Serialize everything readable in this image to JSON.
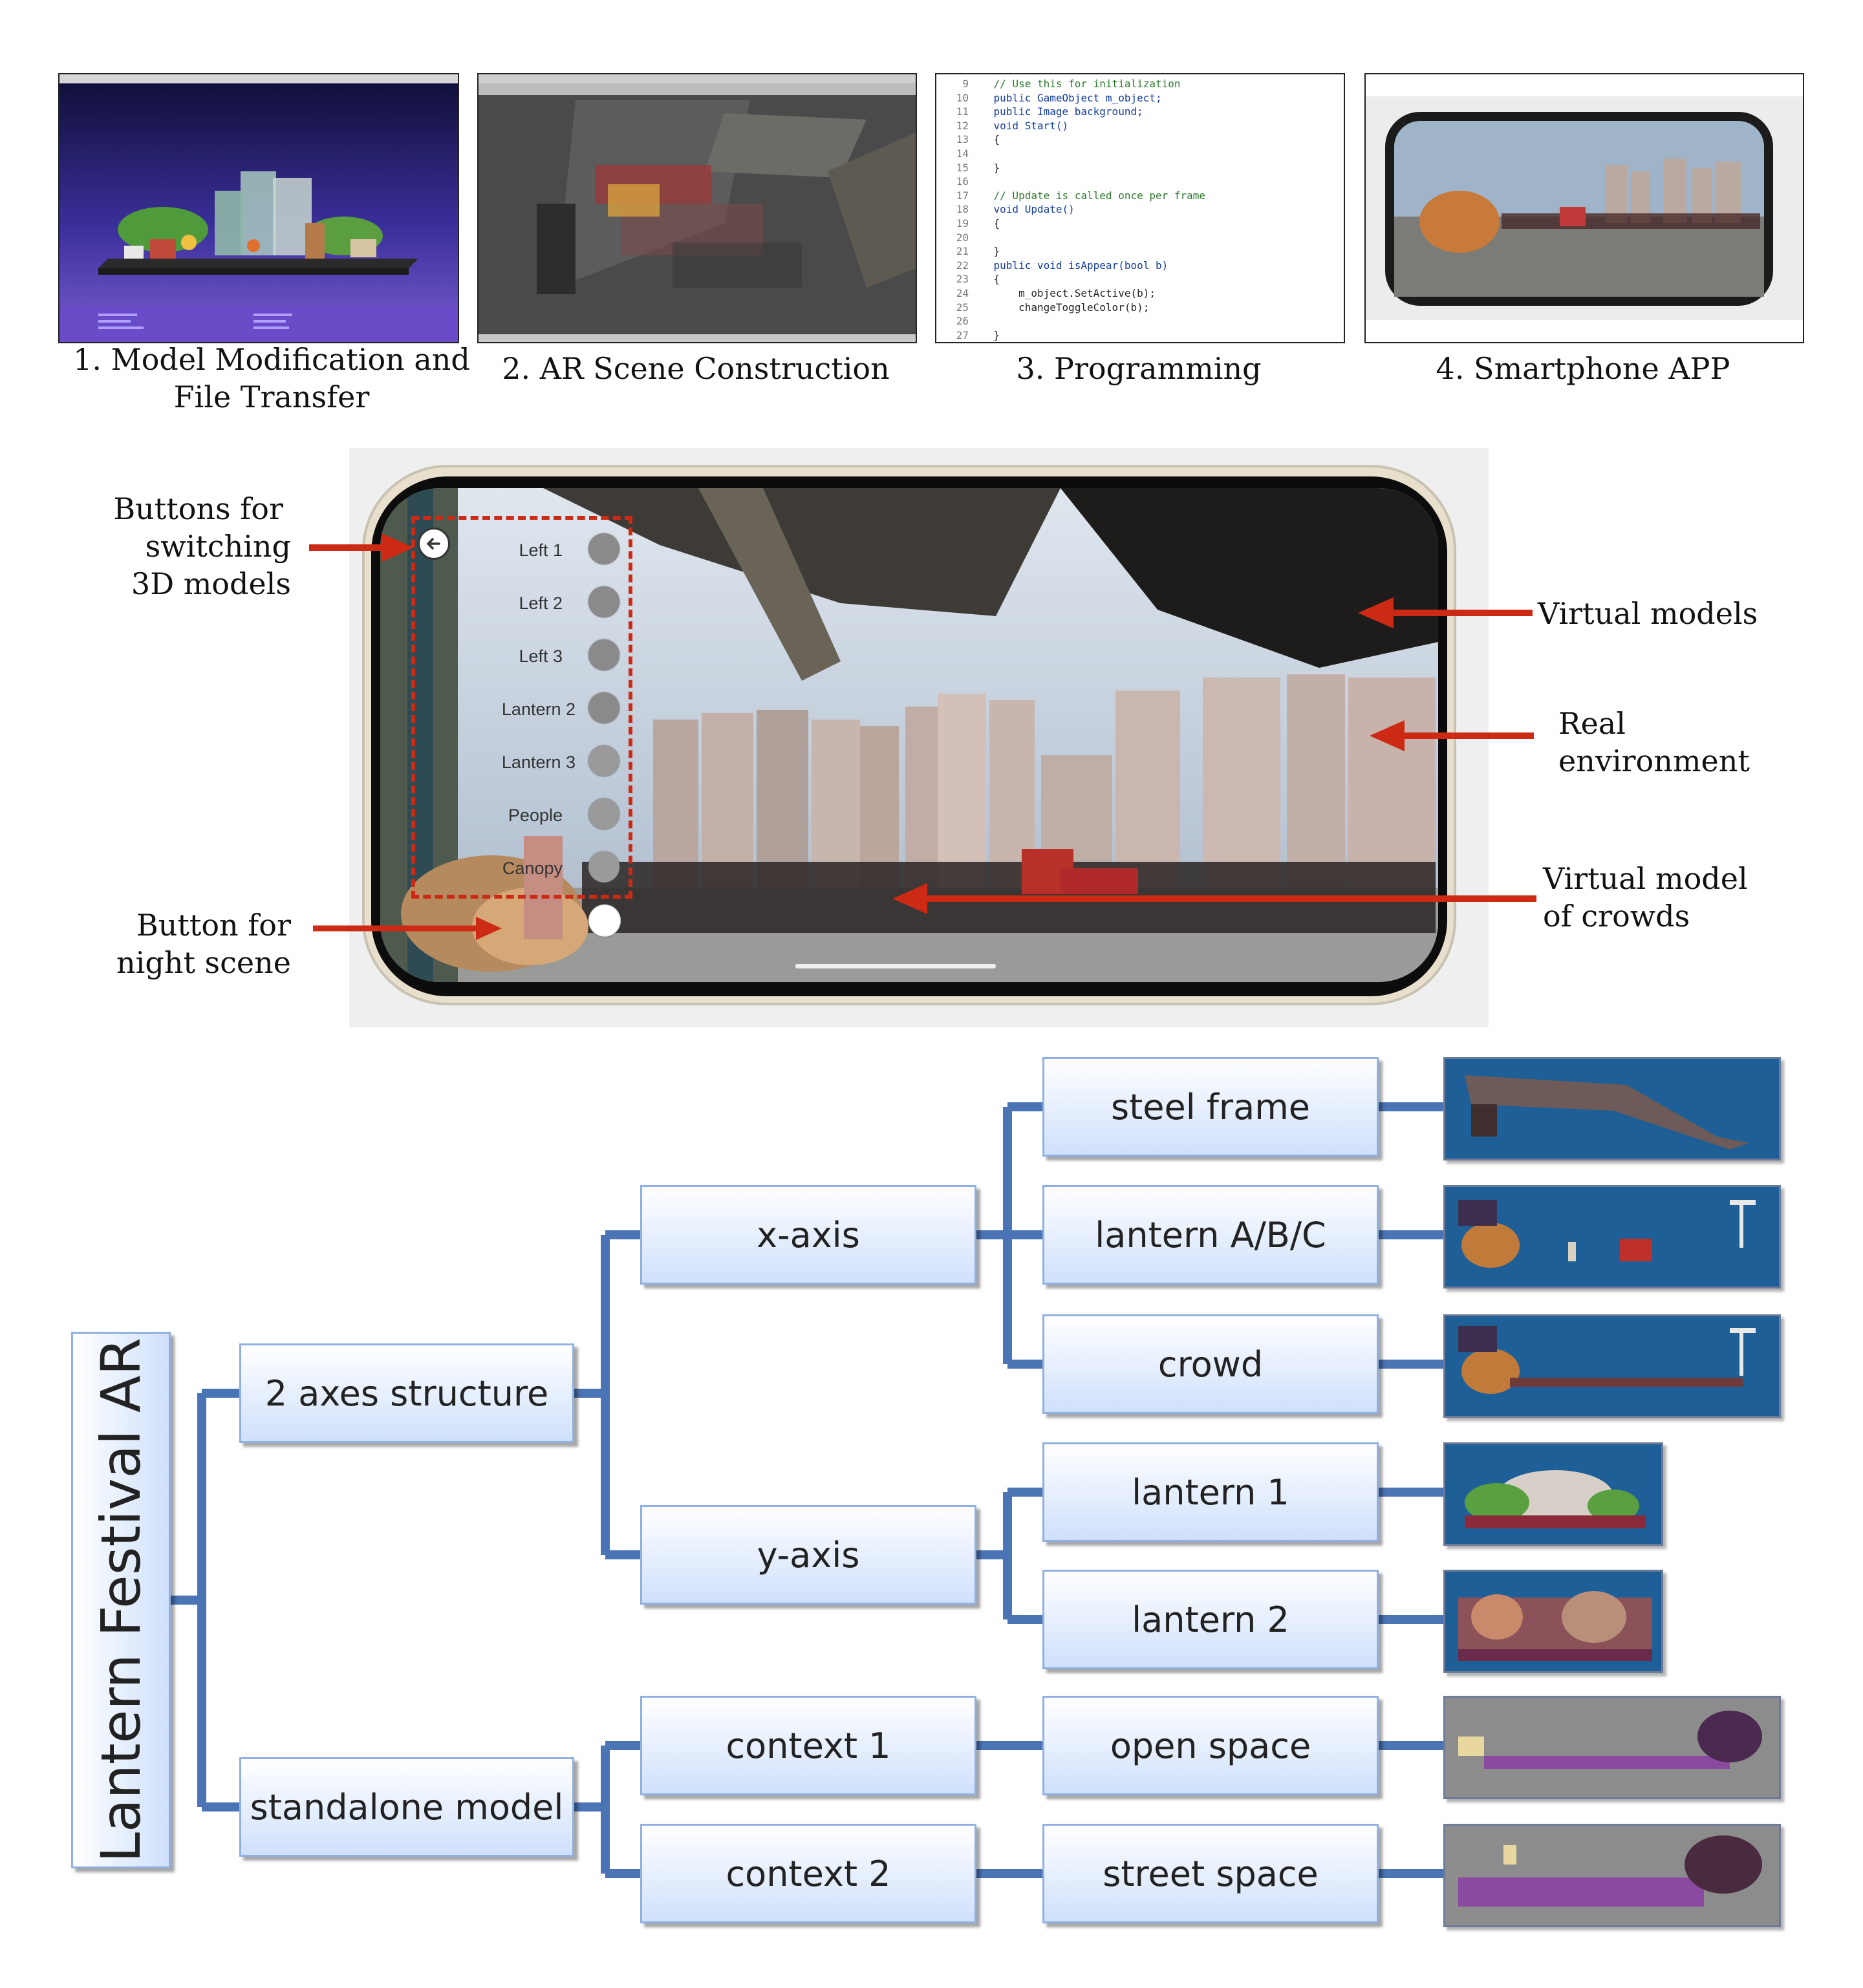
{
  "steps": [
    {
      "caption": "1. Model Modification and File Transfer",
      "caption_line1": "1. Model Modification and",
      "caption_line2": "File Transfer"
    },
    {
      "caption": "2. AR Scene Construction"
    },
    {
      "caption": "3. Programming",
      "code_lines": [
        {
          "n": "9",
          "text": "    // Use this for initialization"
        },
        {
          "n": "10",
          "text": "    public GameObject m_object;"
        },
        {
          "n": "11",
          "text": "    public Image background;"
        },
        {
          "n": "12",
          "text": "    void Start()"
        },
        {
          "n": "13",
          "text": "    {"
        },
        {
          "n": "14",
          "text": ""
        },
        {
          "n": "15",
          "text": "    }"
        },
        {
          "n": "16",
          "text": ""
        },
        {
          "n": "17",
          "text": "    // Update is called once per frame"
        },
        {
          "n": "18",
          "text": "    void Update()"
        },
        {
          "n": "19",
          "text": "    {"
        },
        {
          "n": "20",
          "text": ""
        },
        {
          "n": "21",
          "text": "    }"
        },
        {
          "n": "22",
          "text": "    public void isAppear(bool b)"
        },
        {
          "n": "23",
          "text": "    {"
        },
        {
          "n": "24",
          "text": "        m_object.SetActive(b);"
        },
        {
          "n": "25",
          "text": "        changeToggleColor(b);"
        },
        {
          "n": "26",
          "text": ""
        },
        {
          "n": "27",
          "text": "    }"
        }
      ]
    },
    {
      "caption": "4. Smartphone APP"
    }
  ],
  "phone_menu": [
    "Left 1",
    "Left 2",
    "Left 3",
    "Lantern 2",
    "Lantern 3",
    "People",
    "Canopy"
  ],
  "annotations": {
    "buttons_switch": [
      "Buttons for",
      "switching",
      "3D models"
    ],
    "button_night": [
      "Button for",
      "night scene"
    ],
    "virtual_models": "Virtual models",
    "real_env": [
      "Real",
      "environment"
    ],
    "virtual_crowds": [
      "Virtual model",
      "of crowds"
    ]
  },
  "tree": {
    "root": "Lantern Festival AR",
    "level1": [
      "2 axes structure",
      "standalone model"
    ],
    "level2": [
      "x-axis",
      "y-axis",
      "context 1",
      "context 2"
    ],
    "level3": [
      "steel frame",
      "lantern A/B/C",
      "crowd",
      "lantern 1",
      "lantern 2",
      "open space",
      "street space"
    ]
  },
  "colors": {
    "connector": "#4a74b4",
    "arrow": "#cc2a14",
    "dashed_box": "#cc2a14",
    "thumb_blue": "#1d5f96",
    "thumb_gray": "#8c8c8c"
  }
}
